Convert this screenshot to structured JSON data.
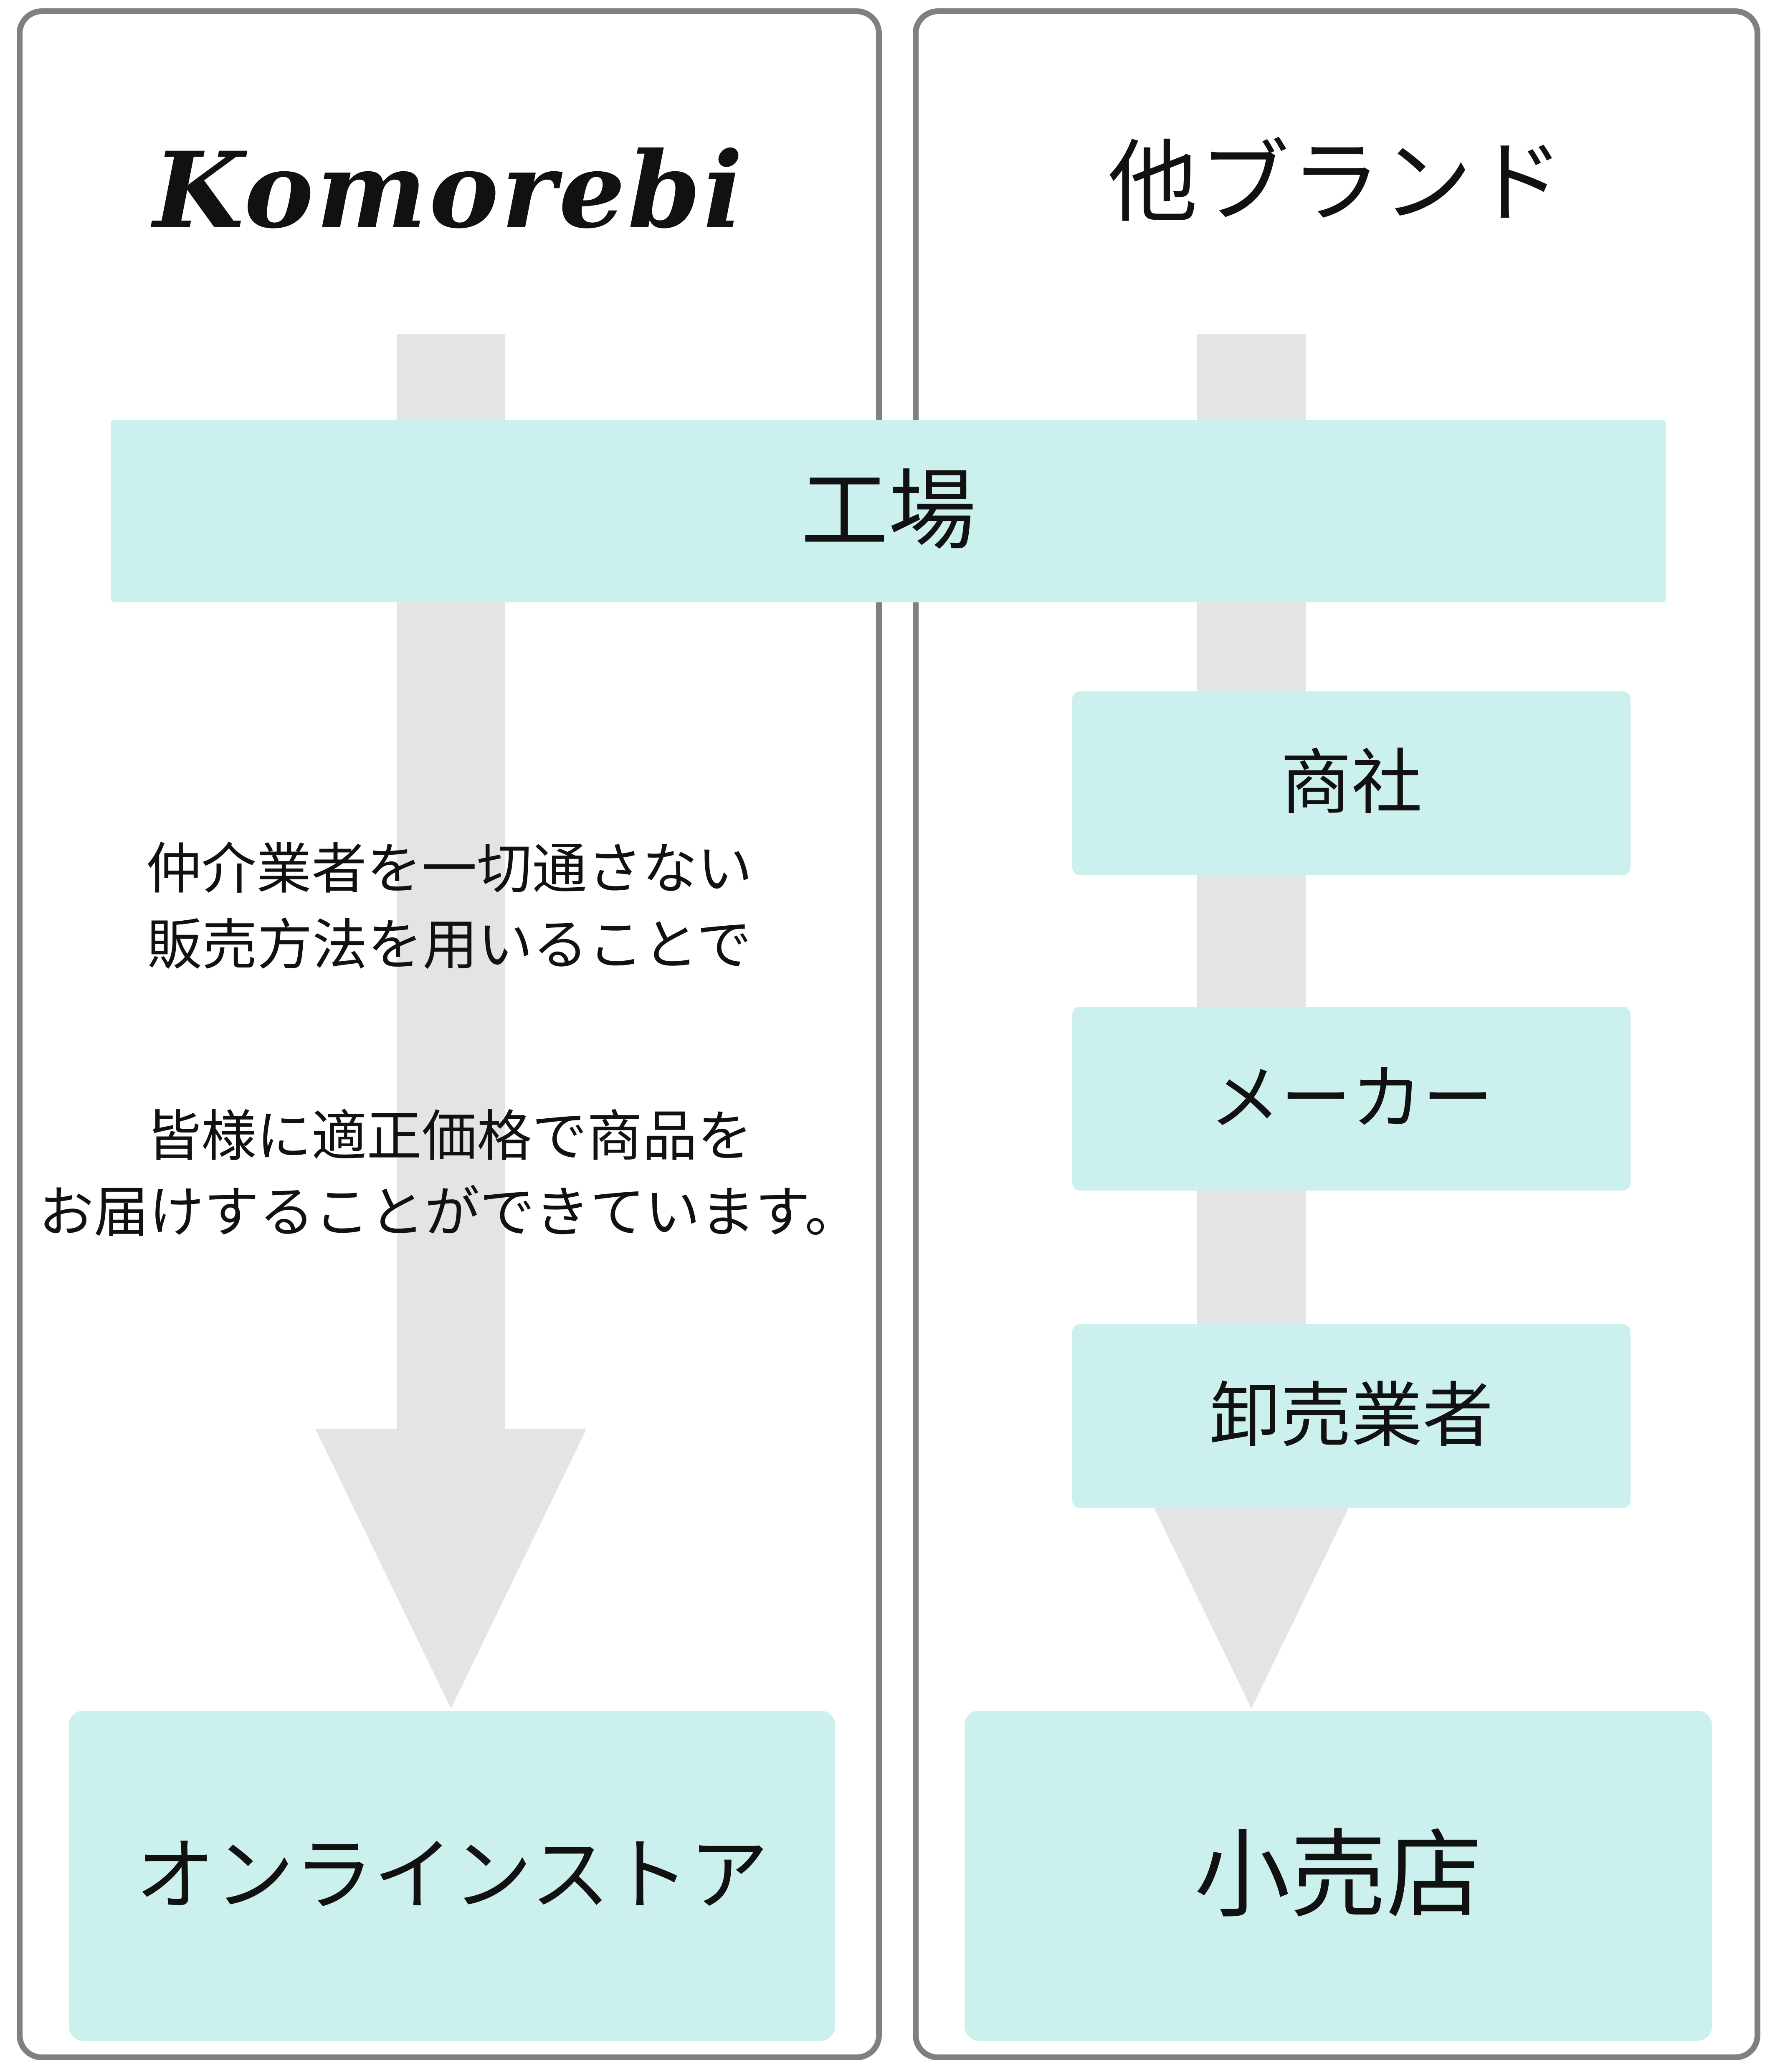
{
  "palette": {
    "card_border": "#808080",
    "card_bg": "#FFFFFF",
    "block_fill": "#CBF0EE",
    "arrow_fill": "#E4E4E4",
    "text": "#111111"
  },
  "panels": {
    "left": {
      "title": "Komorebi",
      "flow_nodes": [
        "工場",
        "オンラインストア"
      ],
      "copy_paragraph_1": "仲介業者を一切通さない\n販売方法を用いることで",
      "copy_paragraph_2": "皆様に適正価格で商品を\nお届けすることができています。",
      "arrow": {
        "name": "down-arrow",
        "direction": "down"
      }
    },
    "right": {
      "title": "他ブランド",
      "flow_nodes": [
        "工場",
        "商社",
        "メーカー",
        "卸売業者",
        "小売店"
      ],
      "arrow": {
        "name": "down-arrow",
        "direction": "down"
      }
    }
  },
  "shared": {
    "factory_label": "工場"
  },
  "blocks": {
    "factory": "工場",
    "shosha": "商社",
    "maker": "メーカー",
    "oroshi": "卸売業者",
    "online_store": "オンラインストア",
    "retail_store": "小売店"
  }
}
